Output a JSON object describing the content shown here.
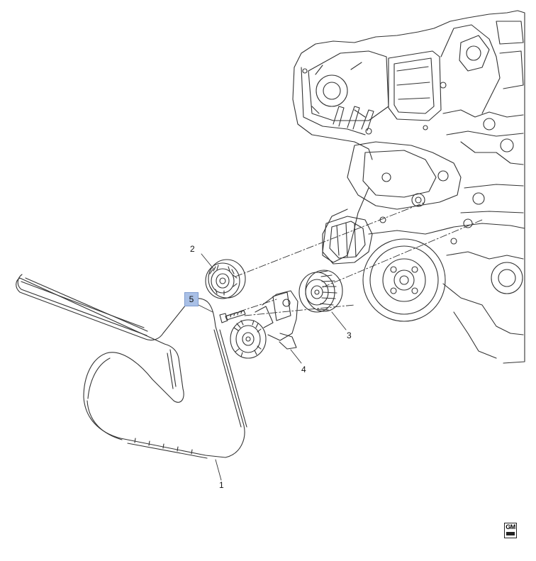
{
  "callouts": [
    {
      "id": "1",
      "label": "1",
      "part": "belt"
    },
    {
      "id": "2",
      "label": "2",
      "part": "idler-pulley"
    },
    {
      "id": "3",
      "label": "3",
      "part": "idler-pulley-grooved"
    },
    {
      "id": "4",
      "label": "4",
      "part": "tensioner"
    },
    {
      "id": "5",
      "label": "5",
      "part": "bolt",
      "highlighted": true
    }
  ],
  "colors": {
    "line": "#333333",
    "highlight": "#a9c0e6"
  },
  "logo": {
    "text": "GM",
    "icon": "gm-logo-icon"
  }
}
